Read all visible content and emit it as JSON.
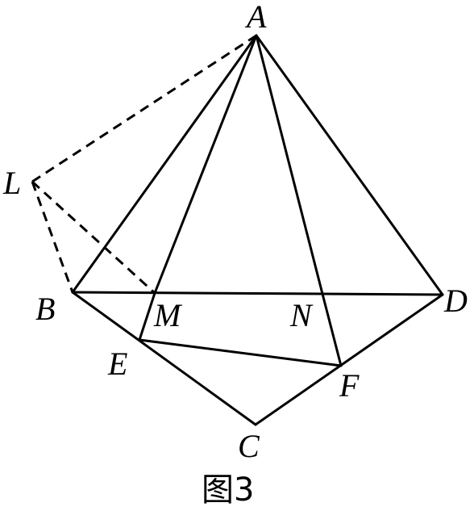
{
  "figure": {
    "caption": "图3",
    "labels": {
      "A": "A",
      "B": "B",
      "C": "C",
      "D": "D",
      "E": "E",
      "F": "F",
      "L": "L",
      "M": "M",
      "N": "N"
    },
    "solid_segments": [
      "AB",
      "AD",
      "BD",
      "BC",
      "CD",
      "AM",
      "ME",
      "AN",
      "NF",
      "EF"
    ],
    "dashed_segments": [
      "LA",
      "LB",
      "LM"
    ]
  }
}
